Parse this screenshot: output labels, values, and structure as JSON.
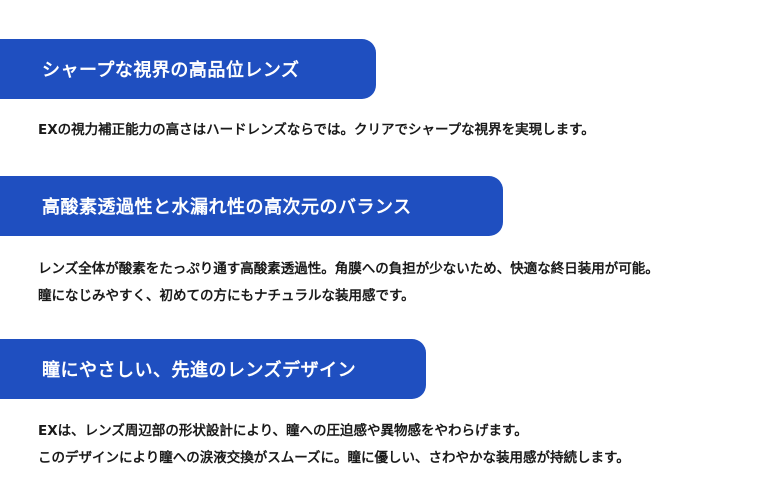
{
  "sections": [
    {
      "heading": "シャープな視界の高品位レンズ",
      "lines": [
        "EXの視力補正能力の高さはハードレンズならでは。クリアでシャープな視界を実現します。"
      ]
    },
    {
      "heading": "高酸素透過性と水漏れ性の高次元のバランス",
      "lines": [
        "レンズ全体が酸素をたっぷり通す高酸素透過性。角膜への負担が少ないため、快適な終日装用が可能。",
        "瞳になじみやすく、初めての方にもナチュラルな装用感です。"
      ]
    },
    {
      "heading": "瞳にやさしい、先進のレンズデザイン",
      "lines": [
        "EXは、レンズ周辺部の形状設計により、瞳への圧迫感や異物感をやわらげます。",
        "このデザインにより瞳への涙液交換がスムーズに。瞳に優しい、さわやかな装用感が持続します。"
      ]
    }
  ],
  "colors": {
    "banner": "#1f4fc0",
    "banner_text": "#ffffff",
    "body_text": "#1a1a1a"
  }
}
